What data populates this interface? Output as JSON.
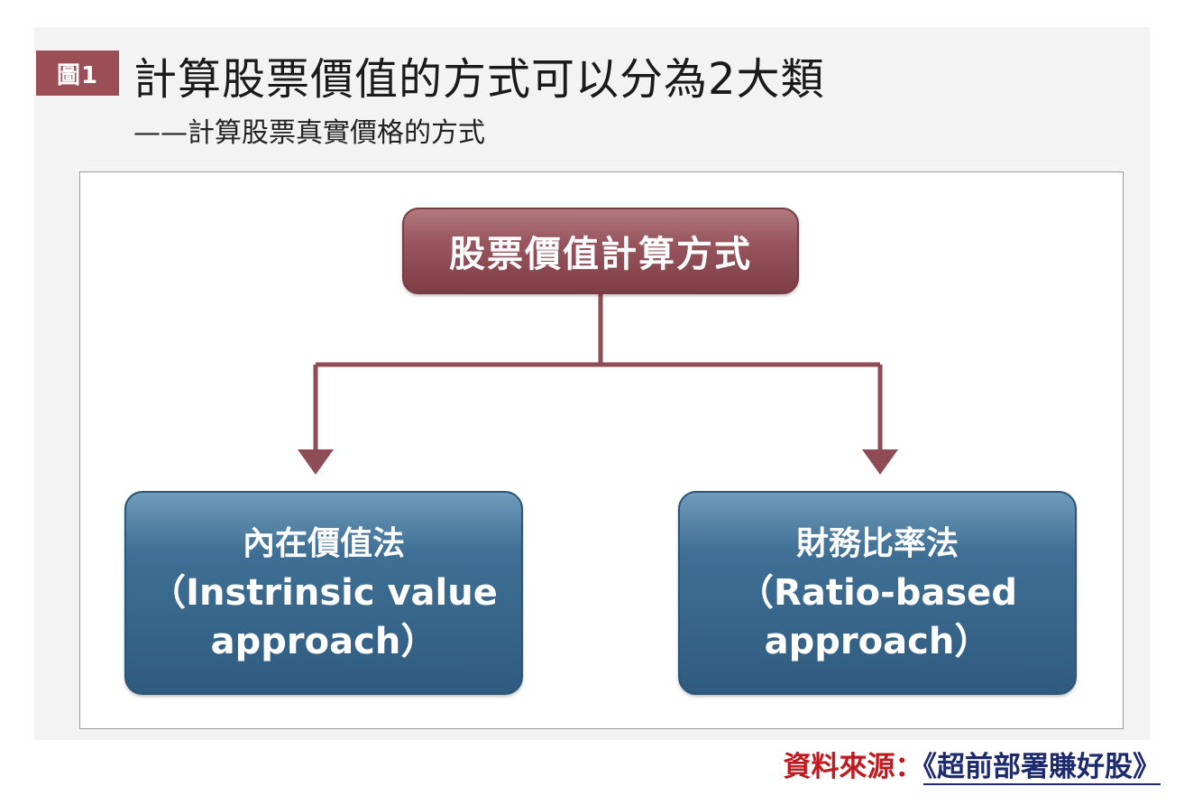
{
  "figure": {
    "badge": "圖1",
    "title": "計算股票價值的方式可以分為2大類",
    "subtitle": "——計算股票真實價格的方式"
  },
  "diagram": {
    "root": "股票價值計算方式",
    "children": [
      {
        "lines": [
          "內在價值法",
          "（Instrinsic value",
          "approach）"
        ]
      },
      {
        "lines": [
          "財務比率法",
          "（Ratio-based",
          "approach）"
        ]
      }
    ],
    "colors": {
      "root": "#98555d",
      "child": "#3a6890",
      "connector": "#8e4c54"
    }
  },
  "source": {
    "label": "資料來源：",
    "book": "《超前部署賺好股》"
  }
}
